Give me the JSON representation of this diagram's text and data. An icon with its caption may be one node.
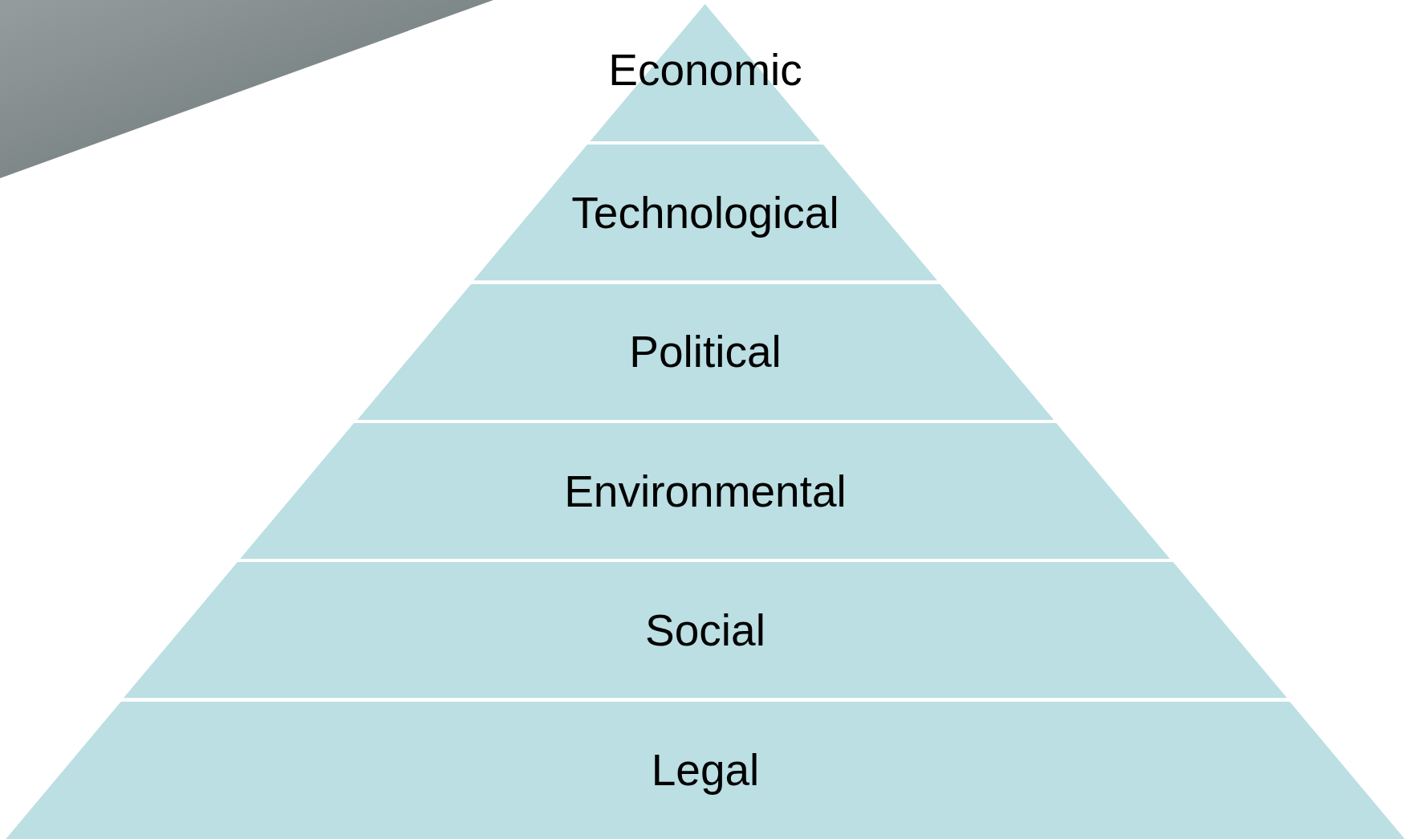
{
  "diagram": {
    "nodes": [
      {
        "text": [
          "Economic"
        ]
      },
      {
        "text": [
          "Technological"
        ]
      },
      {
        "text": [
          "Political"
        ]
      },
      {
        "text": [
          "Environmental"
        ]
      },
      {
        "text": [
          "Social"
        ]
      },
      {
        "text": [
          "Legal"
        ]
      }
    ]
  }
}
